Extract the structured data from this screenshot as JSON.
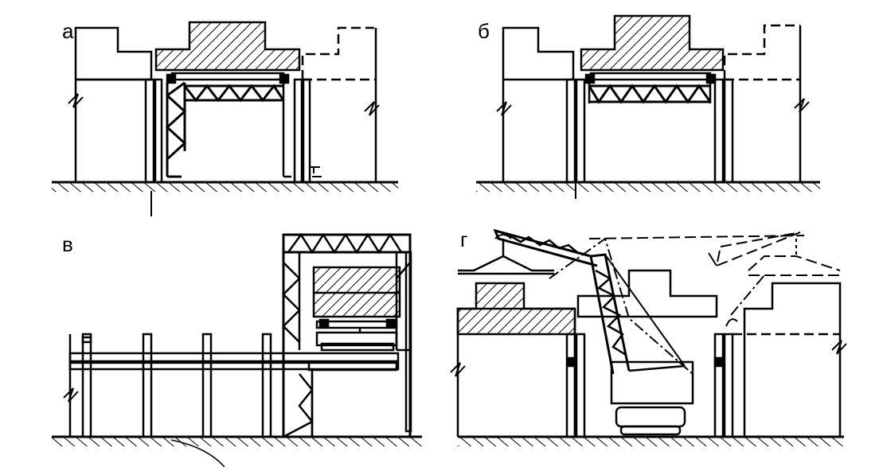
{
  "figure": {
    "panels": [
      {
        "id": "a",
        "label": "а"
      },
      {
        "id": "b",
        "label": "б"
      },
      {
        "id": "v",
        "label": "в"
      },
      {
        "id": "g",
        "label": "г"
      }
    ],
    "colors": {
      "ink": "#000000",
      "paper": "#ffffff"
    }
  }
}
